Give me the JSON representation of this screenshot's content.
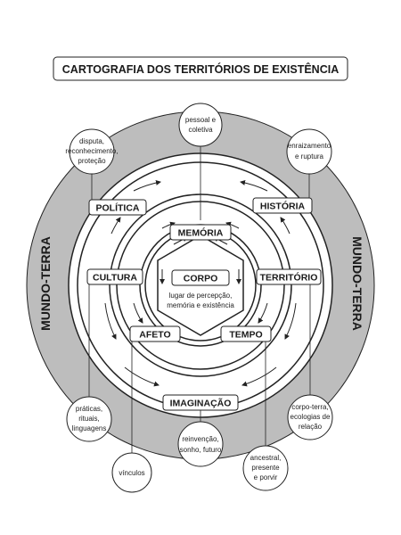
{
  "title": "CARTOGRAFIA DOS TERRITÓRIOS DE EXISTÊNCIA",
  "world": {
    "left": "MUNDO-TERRA",
    "right": "MUNDO-TERRA"
  },
  "center": {
    "title": "CORPO",
    "subtitle_line1": "lugar de percepção,",
    "subtitle_line2": "memória e existência"
  },
  "inner_labels": {
    "memoria": "MEMÓRIA",
    "afeto": "AFETO",
    "tempo": "TEMPO"
  },
  "middle_labels": {
    "cultura": "CULTURA",
    "territorio": "TERRITÓRIO",
    "imaginacao": "IMAGINAÇÃO"
  },
  "outer_labels": {
    "politica": "POLÍTICA",
    "historia": "HISTÓRIA"
  },
  "bubbles": {
    "top": [
      "pessoal e",
      "coletiva"
    ],
    "top_left": [
      "disputa,",
      "reconhecimento,",
      "proteção"
    ],
    "top_right": [
      "enraizamento",
      "e ruptura"
    ],
    "left": [
      "práticas,",
      "rituais,",
      "linguagens"
    ],
    "right": [
      "corpo-terra,",
      "ecologias de",
      "relação"
    ],
    "bottom_left": [
      "vínculos"
    ],
    "bottom_center": [
      "reinvenção,",
      "sonho, futuro"
    ],
    "bottom_right": [
      "ancestral,",
      "presente",
      "e porvir"
    ]
  },
  "colors": {
    "world_ring": "#bdbdbd",
    "ink": "#1a1a1a",
    "paper": "#ffffff"
  }
}
